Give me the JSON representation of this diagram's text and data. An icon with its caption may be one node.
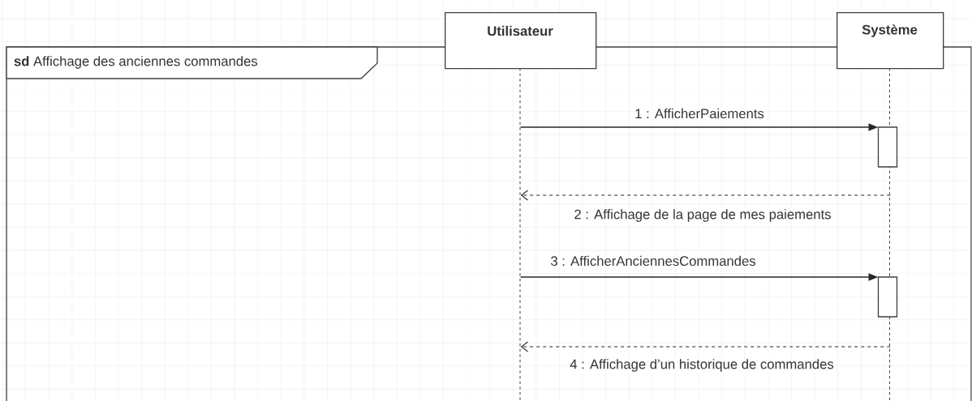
{
  "diagram": {
    "nodes": [
      {
        "text": [
          "**sd** Affichage des anciennes commandes"
        ]
      },
      {
        "text": [
          "Utilisateur"
        ]
      },
      {
        "text": [
          "Système"
        ]
      }
    ],
    "edges": [
      {
        "from": 1,
        "to": 2,
        "arrow": "to",
        "label": "1 : AfficherPaiements"
      },
      {
        "from": 2,
        "to": 1,
        "arrow": "to",
        "style": "dashed",
        "label": "2 : Affichage de la page de mes paiements"
      },
      {
        "from": 1,
        "to": 2,
        "arrow": "to",
        "label": "3 : AfficherAnciennesCommandes"
      },
      {
        "from": 2,
        "to": 1,
        "arrow": "to",
        "style": "dashed",
        "label": "4 : Affichage d’un historique de commandes"
      }
    ]
  }
}
